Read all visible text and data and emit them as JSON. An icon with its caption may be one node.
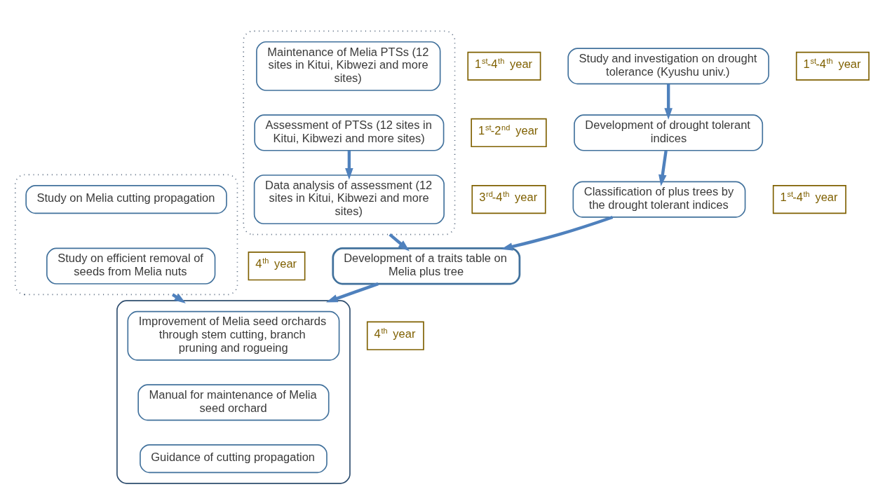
{
  "diagram": {
    "nodes": [
      {
        "text": [],
        "shape": "box"
      },
      {
        "text": [
          "1$^{st}$-4$^{th}$ year"
        ]
      },
      {
        "text": [
          "Maintenance of Melia PTSs (12 sites in Kitui, Kibwezi and more sites)"
        ],
        "in": 0
      },
      {
        "text": [
          "Assessment of PTSs (12 sites in Kitui, Kibwezi and more sites)"
        ],
        "in": 0
      },
      {
        "text": [
          "Data analysis of assessment (12 sites in Kitui, Kibwezi and more sites)"
        ],
        "in": 0
      },
      {
        "text": [
          "1$^{st}$-4$^{th}$ year"
        ]
      },
      {
        "text": [
          "Study and investigation on drought tolerance (Kyushu univ.)"
        ]
      },
      {
        "text": [
          "1$^{st}$-2$^{nd}$ year"
        ]
      },
      {
        "text": [
          "Development of drought tolerant indices"
        ]
      },
      {
        "text": [
          "3$^{rd}$-4$^{th}$ year"
        ]
      },
      {
        "text": [
          "Classification of plus trees by the drought tolerant indices"
        ]
      },
      {
        "text": [
          "4$^{th}$ year"
        ]
      },
      {
        "text": [
          "Development of a traits table on Melia plus tree"
        ]
      },
      {
        "text": [],
        "shape": "box"
      },
      {
        "text": [
          "4$^{th}$ year"
        ]
      },
      {
        "text": [
          "Improvement of Melia seed orchards through stem cutting, branch pruning and rogueing"
        ],
        "in": 13
      },
      {
        "text": [
          "Manual for maintenance of Melia seed orchard"
        ],
        "in": 13
      },
      {
        "text": [
          "Guidance of cutting propagation"
        ],
        "in": 13
      },
      {
        "text": [
          "1$^{st}$-4$^{th}$ year"
        ]
      },
      {
        "text": [],
        "shape": "box"
      },
      {
        "text": [
          "Study on Melia cutting propagation"
        ],
        "in": 19
      },
      {
        "text": [
          "Study on efficient removal of seeds from Melia nuts"
        ],
        "in": 19
      }
    ],
    "edges": [
      {
        "from": 3,
        "to": 4,
        "arrow": "to"
      },
      {
        "from": 0,
        "to": 12,
        "arrow": "to"
      },
      {
        "from": 6,
        "to": 8,
        "arrow": "to"
      },
      {
        "from": 8,
        "to": 10,
        "arrow": "to"
      },
      {
        "from": 10,
        "to": 12,
        "arrow": "to"
      },
      {
        "from": 12,
        "to": 13,
        "arrow": "to"
      },
      {
        "from": 19,
        "to": 13,
        "arrow": "to"
      }
    ]
  }
}
